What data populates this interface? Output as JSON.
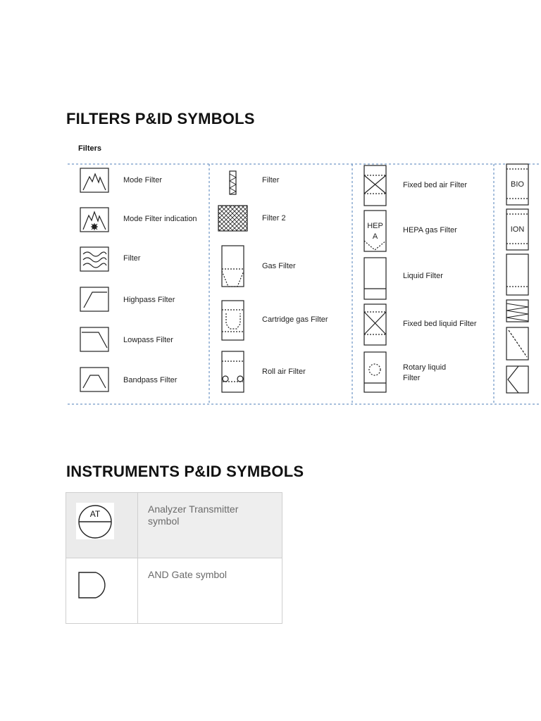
{
  "filters_section": {
    "heading": "FILTERS P&ID SYMBOLS",
    "panel_title": "Filters",
    "column_1": [
      {
        "label": "Mode Filter",
        "icon": "mode-filter-icon"
      },
      {
        "label": "Mode Filter indication",
        "icon": "mode-filter-indication-icon"
      },
      {
        "label": "Filter",
        "icon": "wave-filter-icon"
      },
      {
        "label": "Highpass Filter",
        "icon": "highpass-filter-icon"
      },
      {
        "label": "Lowpass Filter",
        "icon": "lowpass-filter-icon"
      },
      {
        "label": "Bandpass Filter",
        "icon": "bandpass-filter-icon"
      }
    ],
    "column_2": [
      {
        "label": "Filter",
        "icon": "filter-icon"
      },
      {
        "label": "Filter 2",
        "icon": "filter-2-icon"
      },
      {
        "label": "Gas Filter",
        "icon": "gas-filter-icon"
      },
      {
        "label": "Cartridge gas Filter",
        "icon": "cartridge-gas-filter-icon"
      },
      {
        "label": "Roll air Filter",
        "icon": "roll-air-filter-icon"
      }
    ],
    "column_3": [
      {
        "label": "Fixed bed air Filter",
        "icon": "fixed-bed-air-filter-icon"
      },
      {
        "label": "HEPA gas Filter",
        "icon": "hepa-gas-filter-icon",
        "symbol_text": [
          "HEP",
          "A"
        ]
      },
      {
        "label": "Liquid Filter",
        "icon": "liquid-filter-icon"
      },
      {
        "label": "Fixed bed liquid Filter",
        "icon": "fixed-bed-liquid-filter-icon"
      },
      {
        "label_lines": [
          "Rotary liquid",
          "Filter"
        ],
        "icon": "rotary-liquid-filter-icon"
      }
    ],
    "column_4": [
      {
        "icon": "bio-filter-icon",
        "symbol_text": "BIO"
      },
      {
        "icon": "ion-filter-icon",
        "symbol_text": "ION"
      },
      {
        "icon": "plain-filter-icon"
      },
      {
        "icon": "zigzag-filter-icon"
      },
      {
        "icon": "diagonal-filter-icon"
      },
      {
        "icon": "angle-filter-icon"
      }
    ]
  },
  "instruments_section": {
    "heading": "INSTRUMENTS P&ID SYMBOLS",
    "rows": [
      {
        "icon": "analyzer-transmitter-icon",
        "symbol_text": "AT",
        "description": "Analyzer Transmitter symbol"
      },
      {
        "icon": "and-gate-icon",
        "description": "AND Gate symbol"
      }
    ]
  },
  "colors": {
    "divider": "#4f7fb8",
    "stroke": "#222222",
    "row_shade": "#eeeeee",
    "description_text": "#6a6a6a",
    "table_border": "#cfcfcf"
  }
}
